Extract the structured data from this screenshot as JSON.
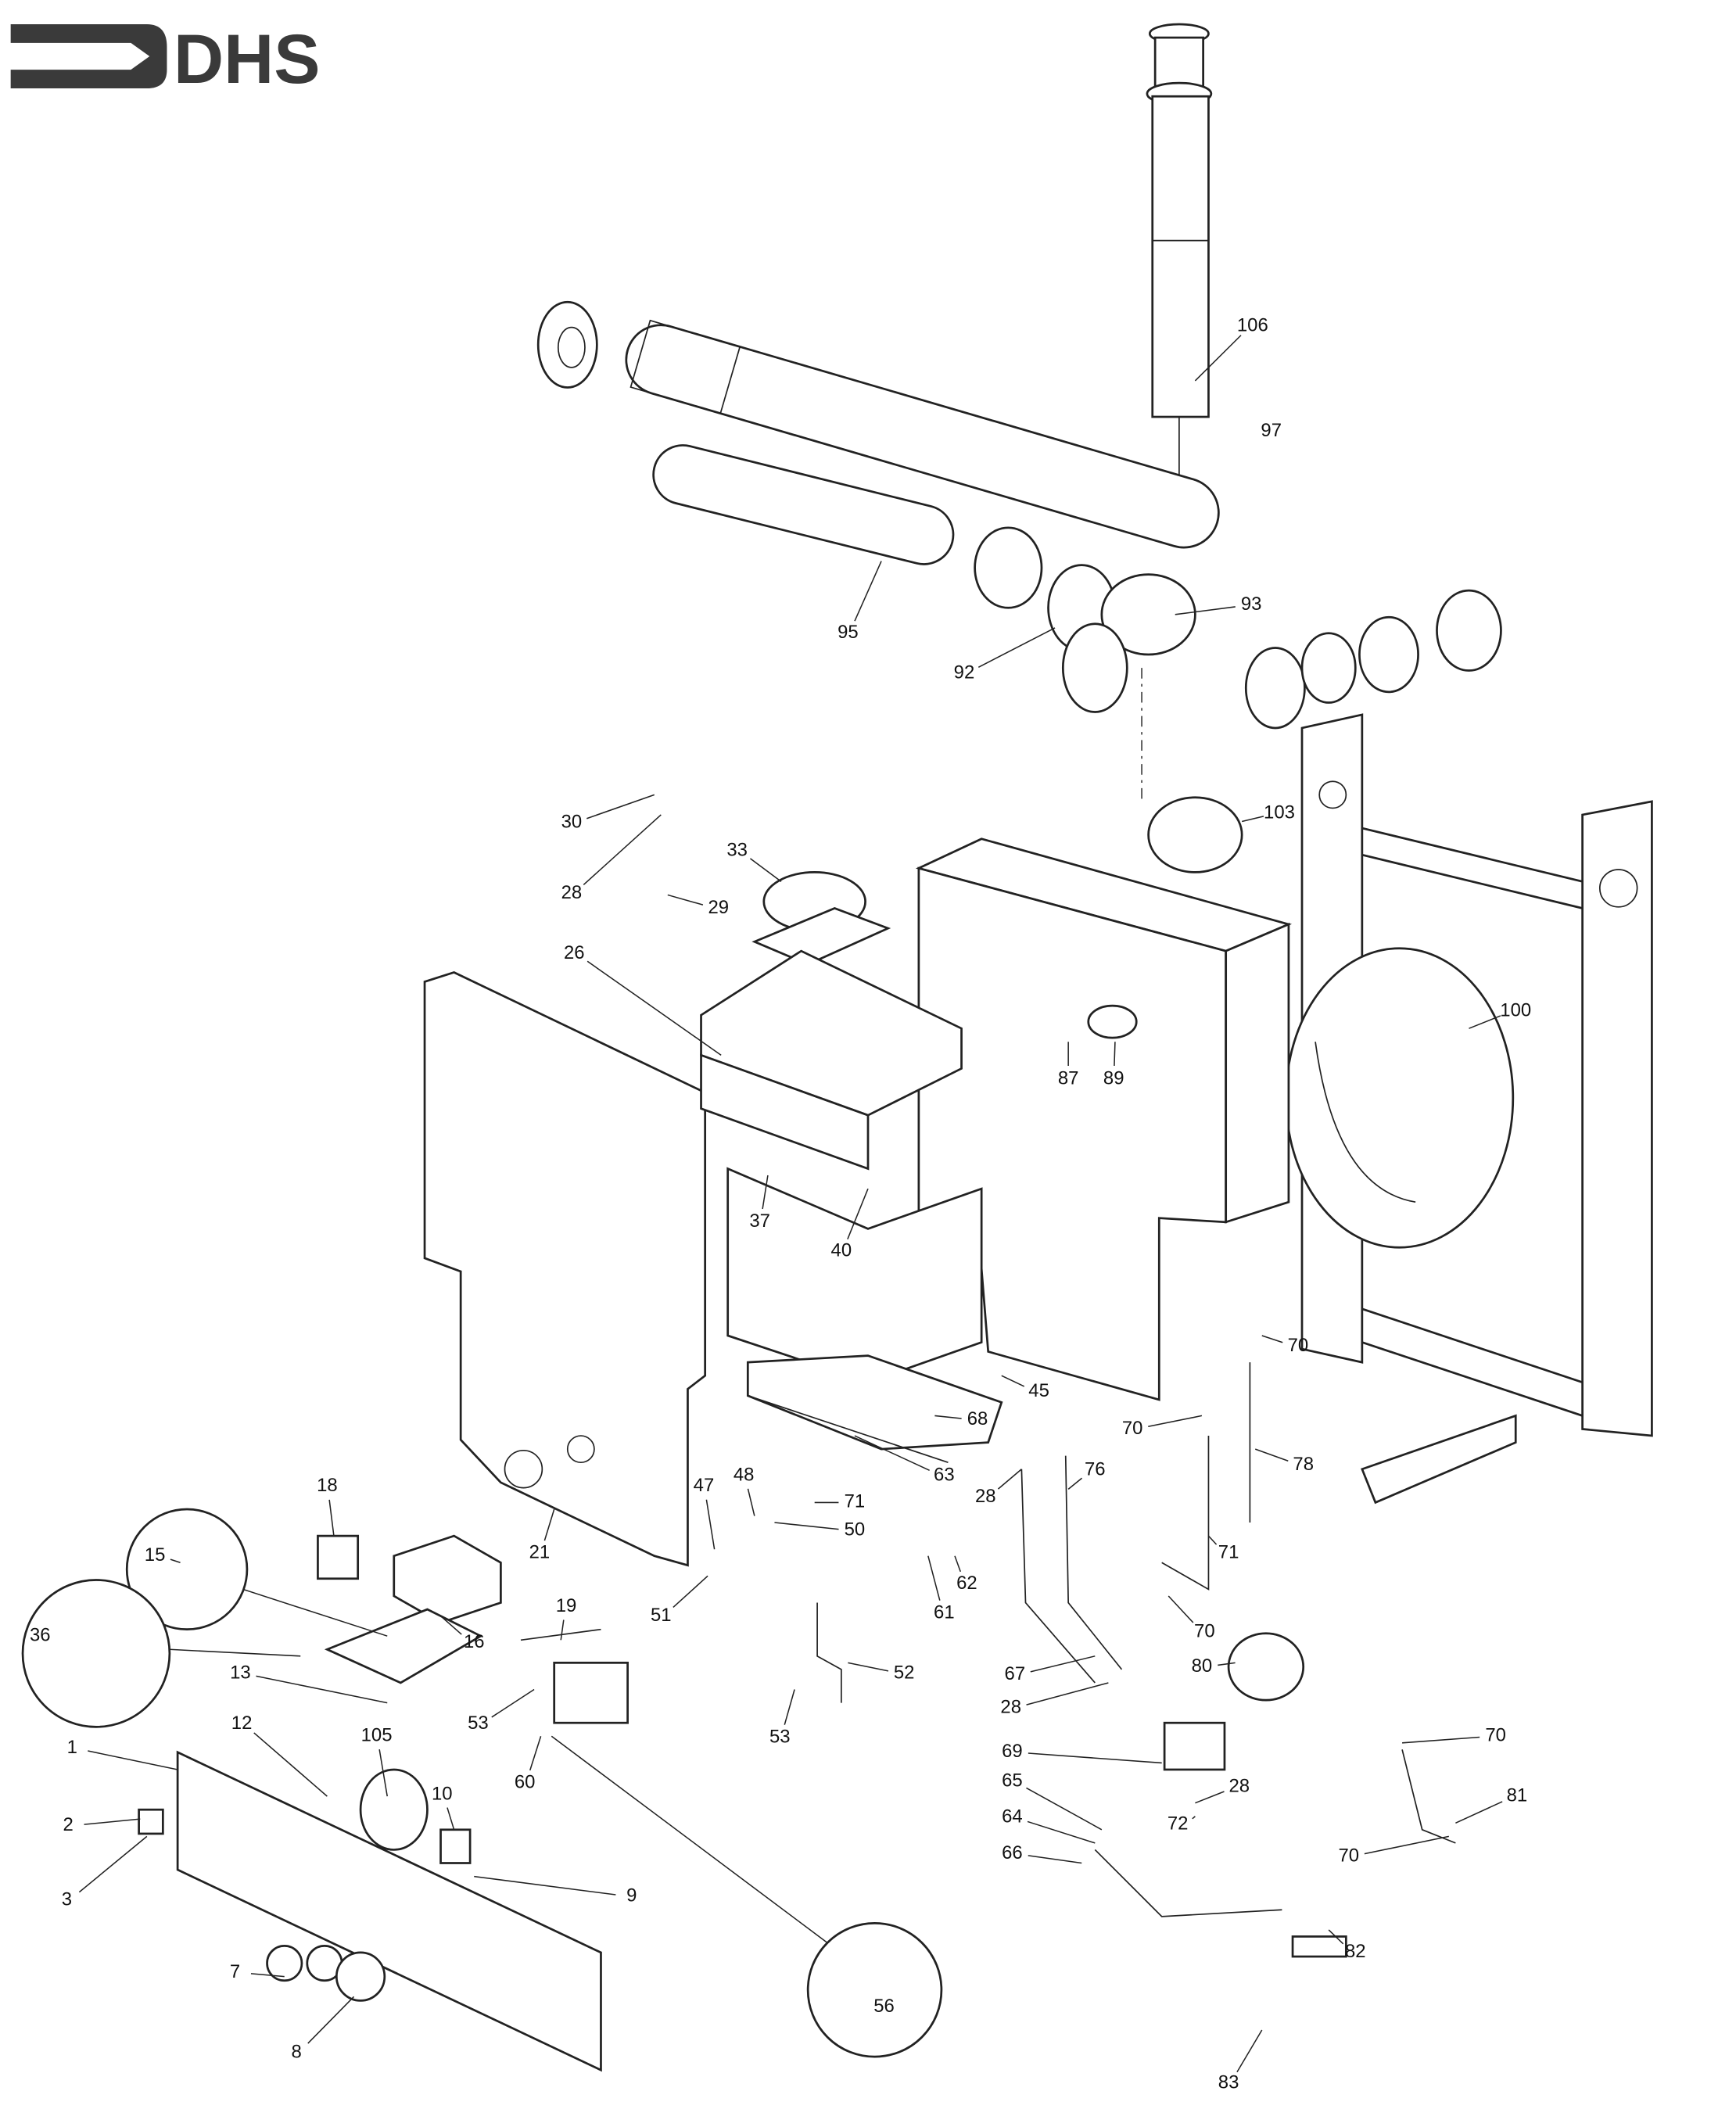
{
  "logo": {
    "text": "DHS",
    "color": "#3a3a3a"
  },
  "callouts": [
    "106",
    "97",
    "95",
    "92",
    "93",
    "103",
    "30",
    "33",
    "28",
    "29",
    "26",
    "100",
    "87",
    "89",
    "37",
    "40",
    "70",
    "45",
    "70",
    "68",
    "78",
    "63",
    "76",
    "28",
    "47",
    "48",
    "71",
    "50",
    "18",
    "71",
    "21",
    "62",
    "61",
    "15",
    "51",
    "70",
    "19",
    "16",
    "36",
    "13",
    "52",
    "80",
    "67",
    "28",
    "53",
    "53",
    "70",
    "105",
    "12",
    "1",
    "69",
    "60",
    "10",
    "65",
    "28",
    "81",
    "2",
    "64",
    "72",
    "70",
    "66",
    "9",
    "3",
    "56",
    "7",
    "82",
    "8",
    "83"
  ],
  "colors": {
    "line": "#222222",
    "background": "#ffffff"
  }
}
